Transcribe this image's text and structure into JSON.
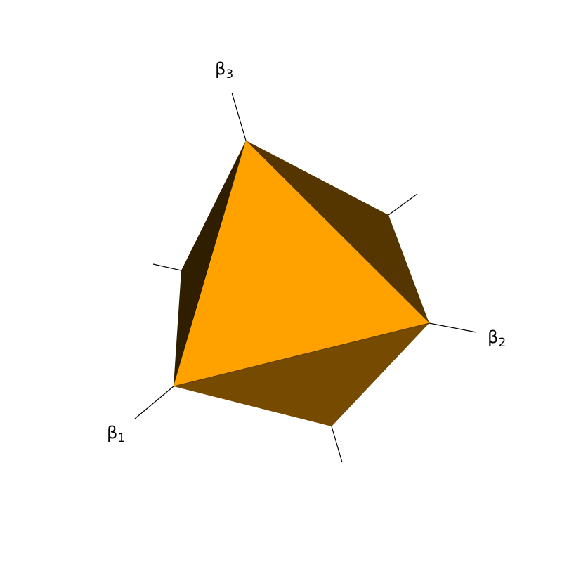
{
  "axes": {
    "beta1": {
      "symbol": "β",
      "sub": "1"
    },
    "beta2": {
      "symbol": "β",
      "sub": "2"
    },
    "beta3": {
      "symbol": "β",
      "sub": "3"
    }
  },
  "colors": {
    "background": "#ffffff",
    "front_face": "#ffa200",
    "lower_face": "#764b00",
    "upper_right_face": "#553600",
    "left_face": "#2f1e00",
    "axis_line": "#000000"
  }
}
